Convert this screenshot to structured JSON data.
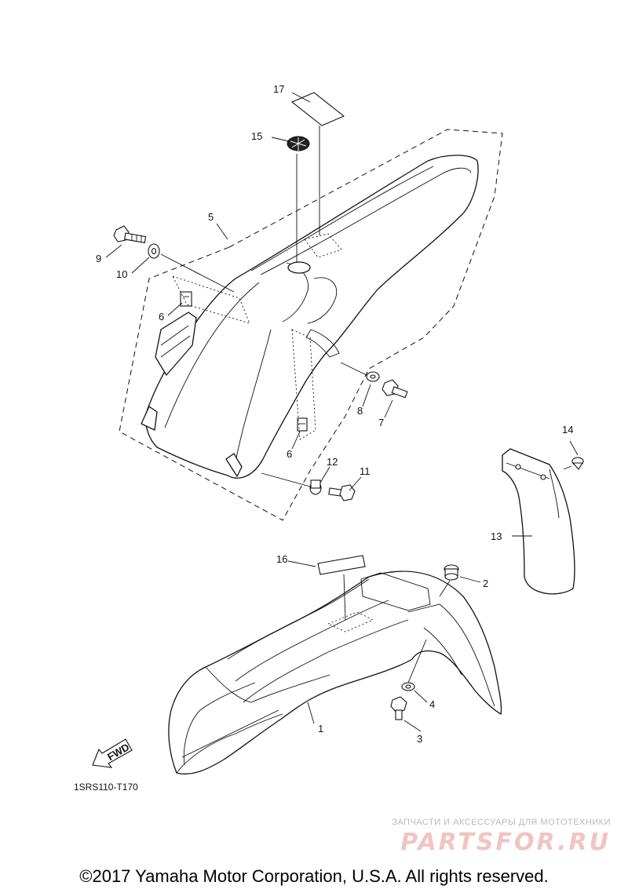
{
  "diagram": {
    "code": "1SRS110-T170",
    "copyright": "©2017 Yamaha Motor Corporation, U.S.A. All rights reserved.",
    "direction_arrow": "FWD",
    "callouts": [
      "1",
      "2",
      "3",
      "4",
      "5",
      "6",
      "6",
      "7",
      "8",
      "9",
      "10",
      "11",
      "12",
      "13",
      "14",
      "15",
      "16",
      "17"
    ]
  },
  "watermark": {
    "tagline": "ЗАПЧАСТИ И АКСЕССУАРЫ ДЛЯ МОТОТЕХНИКИ",
    "brand": "PARTSFOR.RU"
  },
  "colors": {
    "line": "#111111",
    "watermark_brand": "#f1c4c4",
    "watermark_tagline": "#b9b9b9"
  }
}
